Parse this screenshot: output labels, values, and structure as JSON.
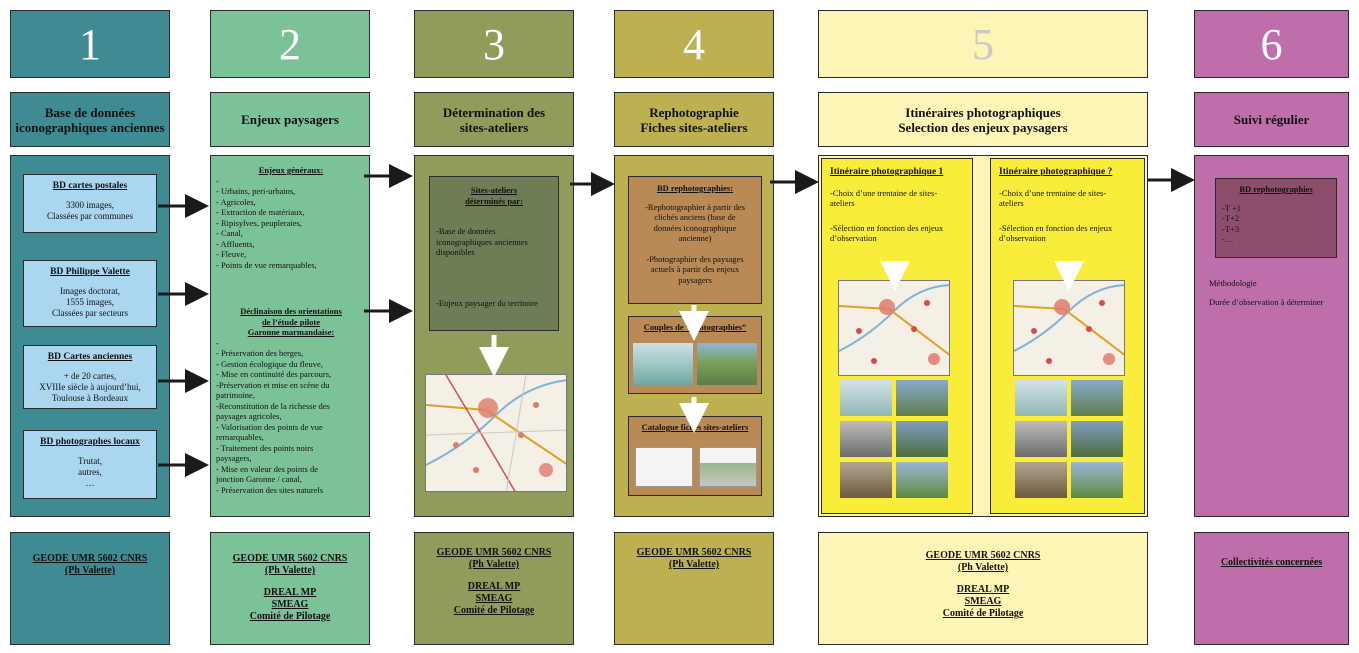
{
  "colors": {
    "col1": "#3e8b93",
    "col2": "#7cc299",
    "col3": "#8f9c5a",
    "col4": "#bdb051",
    "col5": "#fdf5b6",
    "col6": "#bd6eab",
    "col5_num": "#c9c9c9",
    "bd_box": "#aad6ef",
    "arrow": "#1a1a1a"
  },
  "numbers": [
    "1",
    "2",
    "3",
    "4",
    "5",
    "6"
  ],
  "titles": {
    "t1": [
      "Base de données",
      "iconographiques anciennes"
    ],
    "t2": [
      "Enjeux paysagers"
    ],
    "t3": [
      "Détermination des",
      "sites-ateliers"
    ],
    "t4": [
      "Rephotographie",
      "Fiches sites-ateliers"
    ],
    "t5": [
      "Itinéraires photographiques",
      "Selection des enjeux paysagers"
    ],
    "t6": [
      "Suivi régulier"
    ]
  },
  "col1": {
    "boxes": [
      {
        "heading": "BD cartes postales",
        "lines": [
          "3300 images,",
          "Classées par communes"
        ]
      },
      {
        "heading": "BD Philippe Valette",
        "lines": [
          "Images doctorat,",
          "1555 images,",
          "Classées par secteurs"
        ]
      },
      {
        "heading": "BD Cartes anciennes",
        "lines": [
          "+ de 20 cartes,",
          "XVIIIe siècle à aujourd’hui,",
          "Toulouse à Bordeaux"
        ]
      },
      {
        "heading": "BD photographes locaux",
        "lines": [
          "Trutat,",
          "autres,",
          "…"
        ]
      }
    ]
  },
  "col2": {
    "heading1": "Enjeux généraux:",
    "list1": [
      "-",
      "- Urbains, peri-urbains,",
      "- Agricoles,",
      "- Extraction de matériaux,",
      "- Ripisylves, peupleraies,",
      "- Canal,",
      "- Affluents,",
      "- Fleuve,",
      "- Points de vue remarquables,"
    ],
    "heading2": [
      "Déclinaison des orientations",
      "de l’étude pilote",
      "Garonne marmandaise:"
    ],
    "list2": [
      "-",
      "- Préservation des berges,",
      "- Gestion écologique du fleuve,",
      "- Mise en continuité des parcours,",
      "-Préservation et mise en scène du",
      "patrimoine,",
      "-Reconstitution de la richesse des",
      "paysages agricoles,",
      "- Valorisation des points de vue",
      "remarquables,",
      "- Traitement des points noirs",
      "paysagers,",
      "- Mise en valeur des points de",
      "jonction Garonne / canal,",
      "- Préservation des sites naturels"
    ]
  },
  "col3": {
    "heading": [
      "Sites-ateliers",
      "déterminés par:"
    ],
    "lines": [
      "-Base de données",
      "iconographiques anciennes",
      "disponibles"
    ],
    "lines2": [
      "-Enjeux paysager du territoire"
    ]
  },
  "col4": {
    "heading": "BD rephotographies:",
    "lines": [
      "-Rephotographier à partir des",
      "clichés anciens (base de",
      "données iconographique",
      "ancienne)"
    ],
    "lines2": [
      "-Photographier des paysages",
      "actuels à partir des enjeux",
      "paysagers"
    ],
    "couples": "Couples de “photographies”",
    "catalogue": "Catalogue fiches sites-ateliers"
  },
  "col5": {
    "it1": {
      "heading": "Itinéraire photographique 1",
      "l1": [
        "-Choix d’une trentaine de sites-",
        "ateliers"
      ],
      "l2": [
        "-Sélection en fonction des enjeux",
        "d’observation"
      ]
    },
    "it2": {
      "heading": "Itinéraire photographique ?",
      "l1": [
        "-Choix d’une trentaine de sites-",
        "ateliers"
      ],
      "l2": [
        "-Sélection en fonction des enjeux",
        "d’observation"
      ]
    }
  },
  "col6": {
    "heading": "BD rephotographies",
    "items": [
      "-T +1",
      "-T+2",
      "-T+3",
      "-…"
    ],
    "notes": [
      "Méthodologie",
      "Durée d’observation à déterminer"
    ]
  },
  "footers": {
    "f1": [
      "GEODE UMR 5602 CNRS",
      "(Ph Valette)"
    ],
    "f2": [
      "GEODE UMR 5602 CNRS",
      "(Ph Valette)",
      "",
      "DREAL MP",
      "SMEAG",
      "Comité de Pilotage"
    ],
    "f3": [
      "GEODE  UMR 5602 CNRS",
      "(Ph Valette)",
      "",
      "DREAL MP",
      "SMEAG",
      "Comité de Pilotage"
    ],
    "f4": [
      "GEODE UMR 5602 CNRS",
      "(Ph Valette)"
    ],
    "f5": [
      "GEODE  UMR 5602 CNRS",
      "(Ph Valette)",
      "",
      "DREAL MP",
      "SMEAG",
      "Comité de Pilotage"
    ],
    "f6": [
      "Collectivités concernées"
    ]
  }
}
